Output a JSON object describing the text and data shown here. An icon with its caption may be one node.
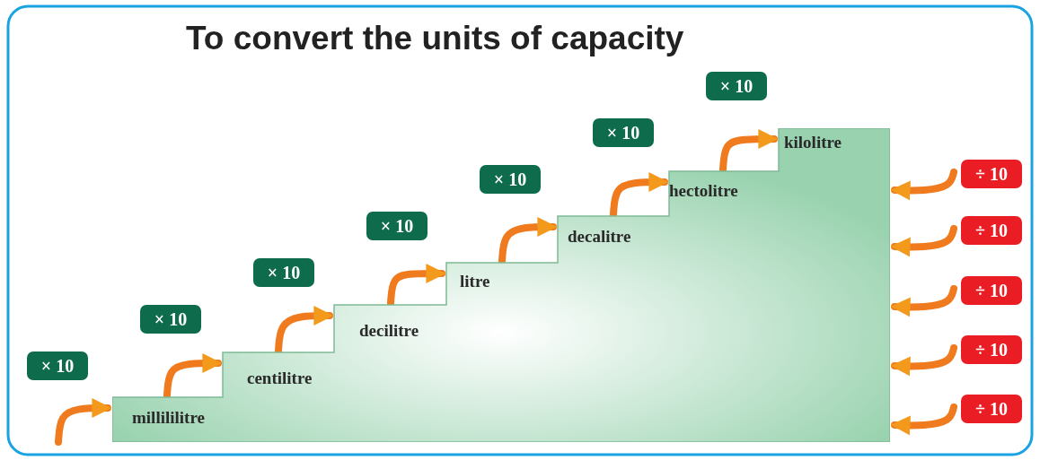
{
  "diagram": {
    "title": "To convert the units of capacity",
    "nodes": [
      {
        "text": [],
        "shape": "box"
      },
      {
        "text": [
          "millililitre"
        ],
        "in": 0
      },
      {
        "text": [
          "centilitre"
        ],
        "in": 0
      },
      {
        "text": [
          "decilitre"
        ],
        "in": 0
      },
      {
        "text": [
          "litre"
        ],
        "in": 0
      },
      {
        "text": [
          "decalitre"
        ],
        "in": 0
      },
      {
        "text": [
          "hectolitre"
        ],
        "in": 0
      },
      {
        "text": [
          "kilolitre"
        ],
        "in": 0
      }
    ],
    "edges": [
      {
        "from": null,
        "to": 1,
        "arrow": "to",
        "label": "× 10"
      },
      {
        "from": 1,
        "to": 2,
        "arrow": "to",
        "label": "× 10"
      },
      {
        "from": 2,
        "to": 3,
        "arrow": "to",
        "label": "× 10"
      },
      {
        "from": 3,
        "to": 4,
        "arrow": "to",
        "label": "× 10"
      },
      {
        "from": 4,
        "to": 5,
        "arrow": "to",
        "label": "× 10"
      },
      {
        "from": 5,
        "to": 6,
        "arrow": "to",
        "label": "× 10"
      },
      {
        "from": 6,
        "to": 7,
        "arrow": "to",
        "label": "× 10"
      },
      {
        "from": null,
        "to": 0,
        "arrow": "to",
        "label": "÷ 10"
      },
      {
        "from": null,
        "to": 0,
        "arrow": "to",
        "label": "÷ 10"
      },
      {
        "from": null,
        "to": 0,
        "arrow": "to",
        "label": "÷ 10"
      },
      {
        "from": null,
        "to": 0,
        "arrow": "to",
        "label": "÷ 10"
      },
      {
        "from": null,
        "to": 0,
        "arrow": "to",
        "label": "÷ 10"
      }
    ]
  }
}
